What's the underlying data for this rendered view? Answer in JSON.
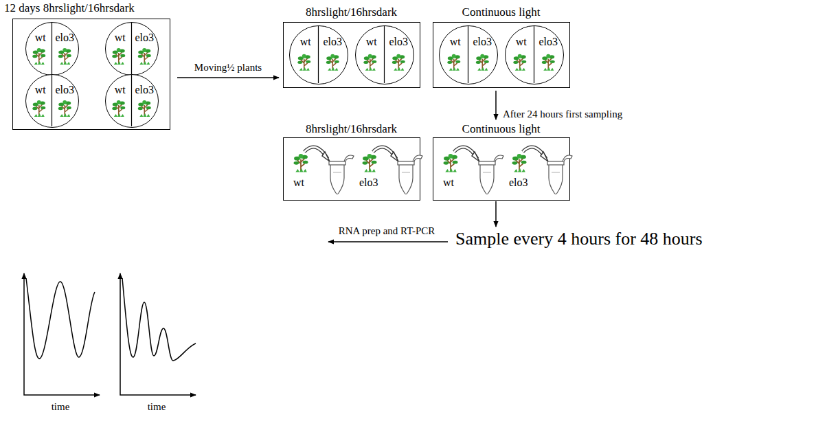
{
  "diagram": {
    "nodes": [
      {
        "text": [
          "12 days 8hrslight/16hrsdark"
        ]
      },
      {
        "text": [
          "wt",
          "elo3"
        ],
        "in": 0
      },
      {
        "text": [
          "wt",
          "elo3"
        ],
        "in": 0
      },
      {
        "text": [
          "wt",
          "elo3"
        ],
        "in": 0
      },
      {
        "text": [
          "wt",
          "elo3"
        ],
        "in": 0
      },
      {
        "text": [
          "8hrslight/16hrsdark"
        ]
      },
      {
        "text": [
          "wt",
          "elo3"
        ],
        "in": 5
      },
      {
        "text": [
          "wt",
          "elo3"
        ],
        "in": 5
      },
      {
        "text": [
          "Continuous light"
        ]
      },
      {
        "text": [
          "wt",
          "elo3"
        ],
        "in": 8
      },
      {
        "text": [
          "wt",
          "elo3"
        ],
        "in": 8
      },
      {
        "text": [
          "8hrslight/16hrsdark",
          "wt",
          "elo3"
        ]
      },
      {
        "text": [
          "Continuous light",
          "wt",
          "elo3"
        ]
      }
    ],
    "edges": [
      {
        "from": 0,
        "to": 5,
        "arrow": "to",
        "label": "Moving½ plants"
      }
    ],
    "labels": [
      "After 24 hours first sampling",
      "Sample every 4 hours for 48 hours",
      "RNA prep and RT-PCR",
      "time",
      "time"
    ]
  }
}
